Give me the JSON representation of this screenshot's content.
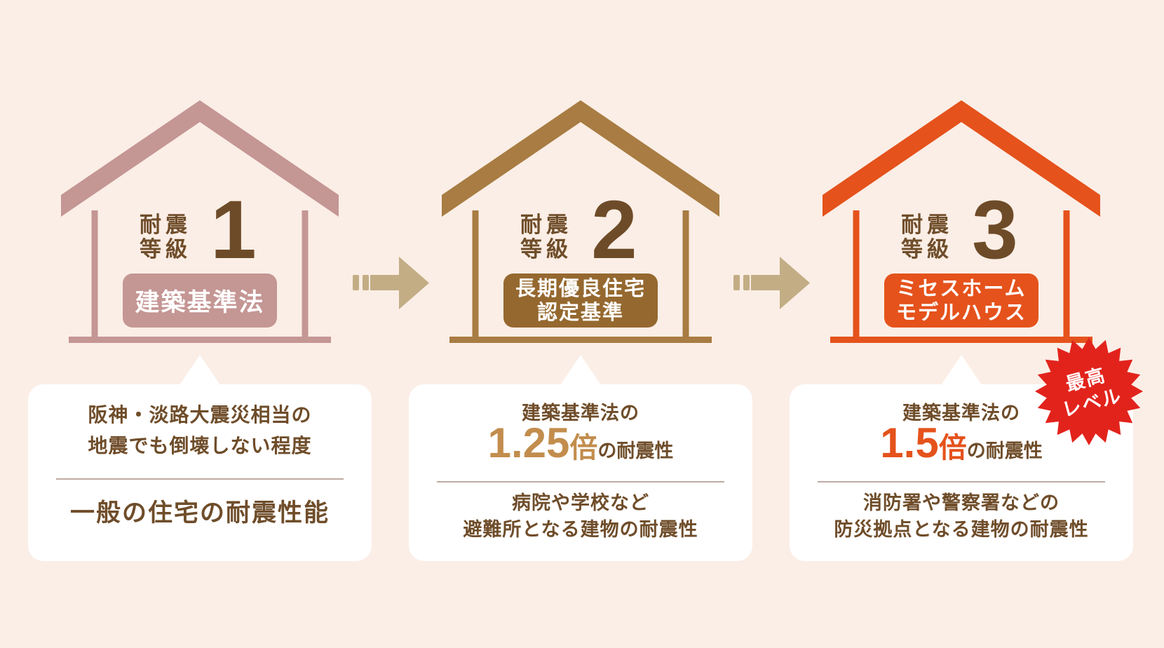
{
  "canvas": {
    "background": "#fbeee6"
  },
  "houses": [
    {
      "grade_word_1": "耐震",
      "grade_word_2": "等級",
      "number": "1",
      "color": "#c49694",
      "tag_bg": "#c49694",
      "tag_line_1": "建築基準法",
      "tag_line_2": ""
    },
    {
      "grade_word_1": "耐震",
      "grade_word_2": "等級",
      "number": "2",
      "color": "#a87c42",
      "tag_bg": "#95682f",
      "tag_line_1": "長期優良住宅",
      "tag_line_2": "認定基準"
    },
    {
      "grade_word_1": "耐震",
      "grade_word_2": "等級",
      "number": "3",
      "color": "#e5521c",
      "tag_bg": "#e5521c",
      "tag_line_1": "ミセスホーム",
      "tag_line_2": "モデルハウス"
    }
  ],
  "arrows": {
    "color": "#c3ad85"
  },
  "badge": {
    "line_1": "最高",
    "line_2": "レベル",
    "color": "#e2231c",
    "text_color": "#ffffff"
  },
  "cards": [
    {
      "line_1": "阪神・淡路大震災相当の",
      "line_2": "地震でも倒壊しない程度",
      "emphasis": "一般の住宅の耐震性能"
    },
    {
      "intro": "建築基準法の",
      "multiplier": "1.25",
      "unit": "倍",
      "suffix": "の耐震性",
      "accent_color": "#c28d4d",
      "line_1": "病院や学校など",
      "line_2": "避難所となる建物の耐震性"
    },
    {
      "intro": "建築基準法の",
      "multiplier": "1.5",
      "unit": "倍",
      "suffix": "の耐震性",
      "accent_color": "#e5521c",
      "line_1": "消防署や警察署などの",
      "line_2": "防災拠点となる建物の耐震性"
    }
  ],
  "colors": {
    "text_brown": "#6f4d2a",
    "number_brown": "#6e4b28",
    "divider": "#bfaaa3",
    "card_background": "#ffffff"
  }
}
